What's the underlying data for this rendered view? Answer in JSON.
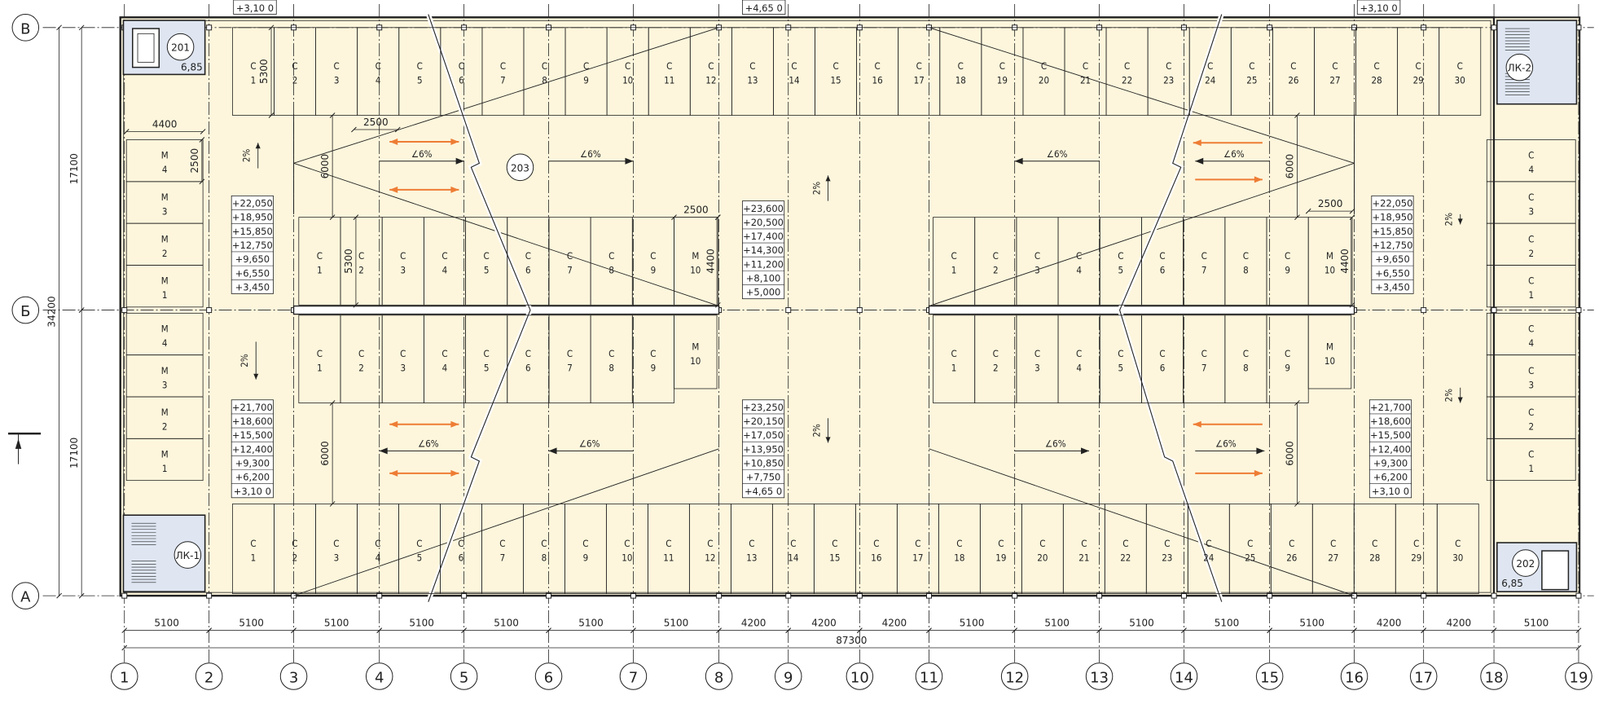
{
  "axes": {
    "columns": [
      "1",
      "2",
      "3",
      "4",
      "5",
      "6",
      "7",
      "8",
      "9",
      "10",
      "11",
      "12",
      "13",
      "14",
      "15",
      "16",
      "17",
      "18",
      "19"
    ],
    "rows": [
      "В",
      "Б",
      "А"
    ]
  },
  "dimensions": {
    "spans": [
      "5100",
      "5100",
      "5100",
      "5100",
      "5100",
      "5100",
      "5100",
      "4200",
      "4200",
      "4200",
      "5100",
      "5100",
      "5100",
      "5100",
      "5100",
      "4200",
      "4200",
      "5100"
    ],
    "total": "87300",
    "height_total": "34200",
    "height_top": "17100",
    "height_bottom": "17100",
    "aisle_width": "6000",
    "stall_depth": "5300",
    "stall_width": "2500",
    "moto_width": "4400",
    "moto_depth": "4400",
    "moto_side": "2500"
  },
  "rooms": {
    "r201": "201",
    "r202": "202",
    "r203": "203",
    "elev201": "6,85",
    "elev202": "6,85",
    "stair1": "ЛК-1",
    "stair2": "ЛК-2"
  },
  "labels": {
    "car": "С",
    "moto": "М",
    "ramp": "∠6%",
    "slope": "2%"
  },
  "top_row": [
    "1",
    "2",
    "3",
    "4",
    "5",
    "6",
    "7",
    "8",
    "9",
    "10",
    "11",
    "12",
    "13",
    "14",
    "15",
    "16",
    "17",
    "18",
    "19",
    "20",
    "21",
    "22",
    "23",
    "24",
    "25",
    "26",
    "27",
    "28",
    "29",
    "30"
  ],
  "bottom_row": [
    "1",
    "2",
    "3",
    "4",
    "5",
    "6",
    "7",
    "8",
    "9",
    "10",
    "11",
    "12",
    "13",
    "14",
    "15",
    "16",
    "17",
    "18",
    "19",
    "20",
    "21",
    "22",
    "23",
    "24",
    "25",
    "26",
    "27",
    "28",
    "29",
    "30"
  ],
  "island": [
    "1",
    "2",
    "3",
    "4",
    "5",
    "6",
    "7",
    "8",
    "9"
  ],
  "island_moto": "10",
  "moto_stack": [
    "4",
    "3",
    "2",
    "1"
  ],
  "elevations": {
    "left_upper": [
      "+22,050",
      "+18,950",
      "+15,850",
      "+12,750",
      "+9,650",
      "+6,550",
      "+3,450"
    ],
    "left_lower": [
      "+21,700",
      "+18,600",
      "+15,500",
      "+12,400",
      "+9,300",
      "+6,200",
      "+3,10 0"
    ],
    "mid_upper": [
      "+23,600",
      "+20,500",
      "+17,400",
      "+14,300",
      "+11,200",
      "+8,100",
      "+5,000"
    ],
    "mid_lower": [
      "+23,250",
      "+20,150",
      "+17,050",
      "+13,950",
      "+10,850",
      "+7,750",
      "+4,65 0"
    ],
    "right_upper": [
      "+22,050",
      "+18,950",
      "+15,850",
      "+12,750",
      "+9,650",
      "+6,550",
      "+3,450"
    ],
    "right_lower": [
      "+21,700",
      "+18,600",
      "+15,500",
      "+12,400",
      "+9,300",
      "+6,200",
      "+3,10 0"
    ],
    "top_marks": [
      "+3,10 0",
      "+4,65 0",
      "+3,10 0"
    ]
  },
  "colors": {
    "floor": "#fdf6dc",
    "line": "#222222",
    "arrow": "#ee7d35",
    "stair_fill": "#dfe6f2"
  }
}
